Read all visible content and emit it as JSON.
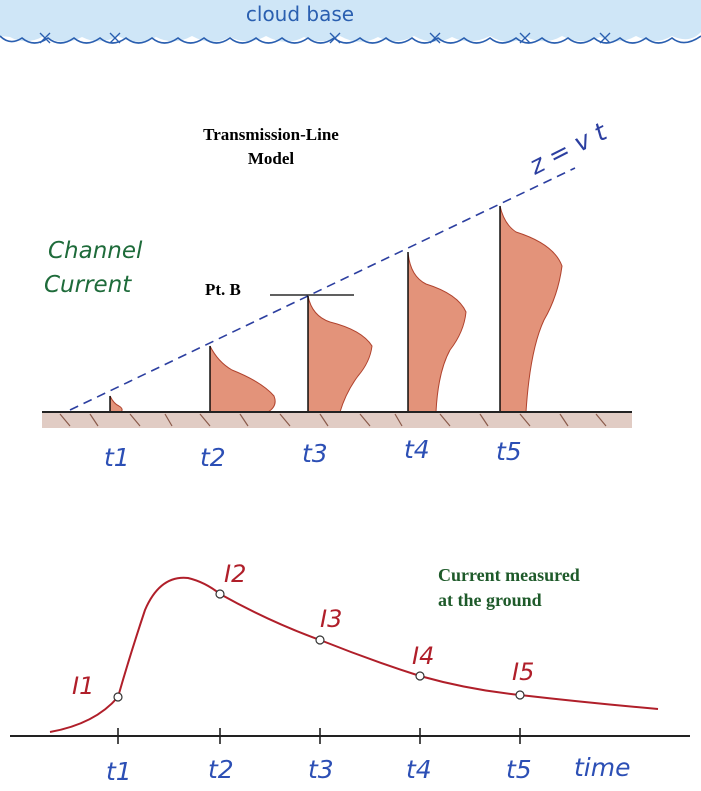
{
  "cloud": {
    "label": "cloud base",
    "color": "#2a5fb0"
  },
  "model_title": {
    "line1": "Transmission-Line",
    "line2": "Model"
  },
  "channel_current": {
    "line1": "Channel",
    "line2": "Current",
    "color": "#1e6b3a"
  },
  "point_b": {
    "label": "Pt. B"
  },
  "velocity_line": {
    "equation": "z = v t",
    "color": "#2c3fa0"
  },
  "channel_times": [
    "t1",
    "t2",
    "t3",
    "t4",
    "t5"
  ],
  "time_label_color": "#2c4fb5",
  "current_fill_color": "#e3937a",
  "current_edge_color": "#b0432e",
  "ground_color": "#8a5a4a",
  "waveform": {
    "title_line1": "Current measured",
    "title_line2": "at the ground",
    "title_color": "#1e5a2a",
    "curve_color": "#b01f2a",
    "currents": [
      "I1",
      "I2",
      "I3",
      "I4",
      "I5"
    ],
    "times": [
      "t1",
      "t2",
      "t3",
      "t4",
      "t5"
    ],
    "axis_label": "time"
  }
}
